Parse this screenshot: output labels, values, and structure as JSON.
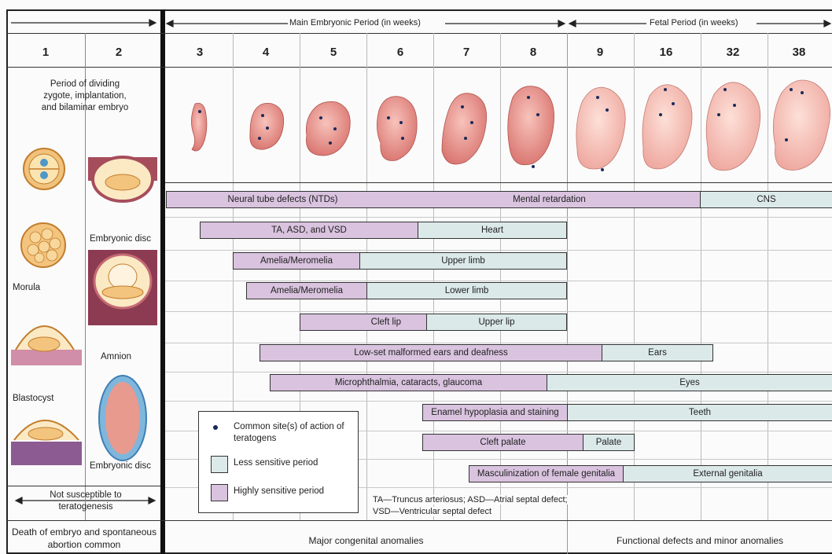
{
  "header": {
    "main_period": "Main Embryonic Period (in weeks)",
    "fetal_period": "Fetal Period (in weeks)"
  },
  "weeks": [
    "1",
    "2",
    "3",
    "4",
    "5",
    "6",
    "7",
    "8",
    "9",
    "16",
    "32",
    "38"
  ],
  "left_panel": {
    "period_text": "Period of dividing zygote, implantation, and bilaminar embryo",
    "labels": {
      "embryonic_disc_top": "Embryonic disc",
      "morula": "Morula",
      "amnion": "Amnion",
      "blastocyst": "Blastocyst",
      "embryonic_disc_bottom": "Embryonic disc"
    },
    "not_susceptible": "Not susceptible to teratogenesis",
    "death_text": "Death of embryo and spontaneous abortion common"
  },
  "bars": [
    {
      "label": "Neural tube defects (NTDs)",
      "type": "highly"
    },
    {
      "label": "Mental retardation",
      "type": "highly"
    },
    {
      "label": "CNS",
      "type": "less"
    },
    {
      "label": "TA, ASD, and VSD",
      "type": "highly"
    },
    {
      "label": "Heart",
      "type": "less"
    },
    {
      "label": "Amelia/Meromelia",
      "type": "highly"
    },
    {
      "label": "Upper limb",
      "type": "less"
    },
    {
      "label": "Amelia/Meromelia",
      "type": "highly"
    },
    {
      "label": "Lower limb",
      "type": "less"
    },
    {
      "label": "Cleft lip",
      "type": "highly"
    },
    {
      "label": "Upper lip",
      "type": "less"
    },
    {
      "label": "Low-set malformed ears and deafness",
      "type": "highly"
    },
    {
      "label": "Ears",
      "type": "less"
    },
    {
      "label": "Microphthalmia, cataracts, glaucoma",
      "type": "highly"
    },
    {
      "label": "Eyes",
      "type": "less"
    },
    {
      "label": "Enamel hypoplasia and staining",
      "type": "highly"
    },
    {
      "label": "Teeth",
      "type": "less"
    },
    {
      "label": "Cleft palate",
      "type": "highly"
    },
    {
      "label": "Palate",
      "type": "less"
    },
    {
      "label": "Masculinization of female genitalia",
      "type": "highly"
    },
    {
      "label": "External genitalia",
      "type": "less"
    }
  ],
  "legend": {
    "dot": "Common site(s) of action of teratogens",
    "less": "Less sensitive period",
    "highly": "Highly sensitive period"
  },
  "abbreviations": {
    "line1": "TA—Truncus arteriosus; ASD—Atrial septal defect;",
    "line2": "VSD—Ventricular septal defect"
  },
  "footer": {
    "major": "Major congenital anomalies",
    "functional": "Functional defects and minor anomalies"
  },
  "colors": {
    "highly_sensitive": "#d9c3df",
    "less_sensitive": "#dce9e9",
    "embryo": "#e8a09c"
  }
}
